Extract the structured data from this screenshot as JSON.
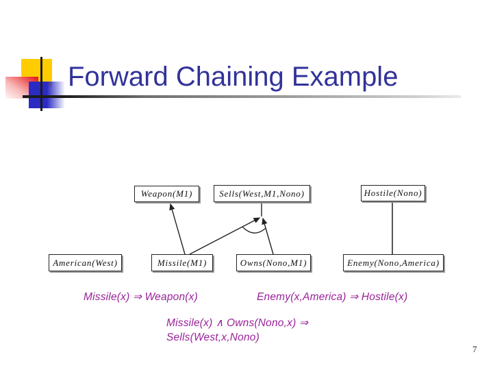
{
  "slide": {
    "title": "Forward Chaining Example",
    "page_number": "7"
  },
  "diagram": {
    "nodes": {
      "weapon": "Weapon(M1)",
      "sells": "Sells(West,M1,Nono)",
      "hostile": "Hostile(Nono)",
      "american": "American(West)",
      "missile": "Missile(M1)",
      "owns": "Owns(Nono,M1)",
      "enemy": "Enemy(Nono,America)"
    },
    "links": [
      "Missile(M1) -> Weapon(M1)",
      "Missile(M1) + Owns(Nono,M1) -> Sells(West,M1,Nono) (AND arc)",
      "Enemy(Nono,America) -> Hostile(Nono)"
    ]
  },
  "rules": {
    "rule1": "Missile(x) ⇒ Weapon(x)",
    "rule2": "Enemy(x,America) ⇒ Hostile(x)",
    "rule3_line1": "Missile(x) ∧ Owns(Nono,x) ⇒",
    "rule3_line2": "Sells(West,x,Nono)"
  },
  "colors": {
    "title_text": "#32329a",
    "rule_text": "#992299",
    "accent_yellow": "#ffcc00",
    "accent_blue": "#2b2bc4",
    "accent_red": "#e81f1f",
    "line_dark": "#1b1b1b"
  }
}
